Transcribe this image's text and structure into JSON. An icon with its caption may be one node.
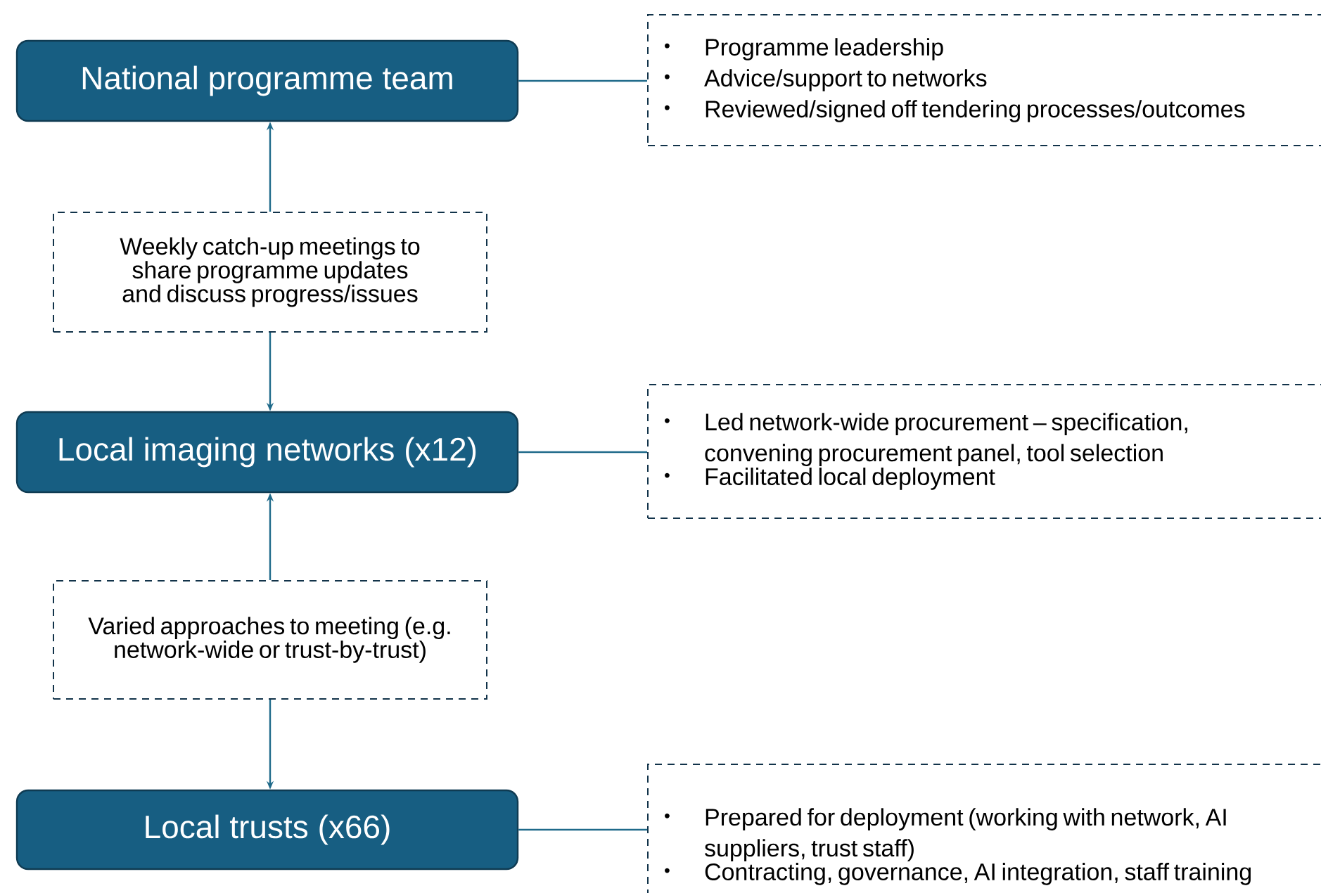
{
  "diagram": {
    "nodes": [
      {
        "text": [
          "National programme team"
        ]
      },
      {
        "text": [
          "Programme leadership",
          "Advice/support to networks",
          "Reviewed/signed off tendering processes/outcomes"
        ]
      },
      {
        "text": [
          "Weekly catch-up meetings to share programme updates and discuss progress/issues"
        ]
      },
      {
        "text": [
          "Local imaging networks (x12)"
        ]
      },
      {
        "text": [
          "Led network-wide procurement – specification, convening procurement panel, tool selection",
          "Facilitated local deployment"
        ]
      },
      {
        "text": [
          "Varied approaches to meeting (e.g. network-wide or trust-by-trust)"
        ]
      },
      {
        "text": [
          "Local trusts (x66)"
        ]
      },
      {
        "text": [
          "Prepared for deployment (working with network, AI suppliers, trust staff)",
          "Contracting, governance, AI integration, staff training"
        ]
      }
    ],
    "edges": [
      {
        "from": 2,
        "to": 0,
        "arrow": "to"
      },
      {
        "from": 2,
        "to": 3,
        "arrow": "to"
      },
      {
        "from": 5,
        "to": 3,
        "arrow": "to"
      },
      {
        "from": 5,
        "to": 6,
        "arrow": "to"
      },
      {
        "from": 0,
        "to": 1,
        "arrow": "none"
      },
      {
        "from": 3,
        "to": 4,
        "arrow": "none"
      },
      {
        "from": 6,
        "to": 7,
        "arrow": "none"
      }
    ]
  }
}
